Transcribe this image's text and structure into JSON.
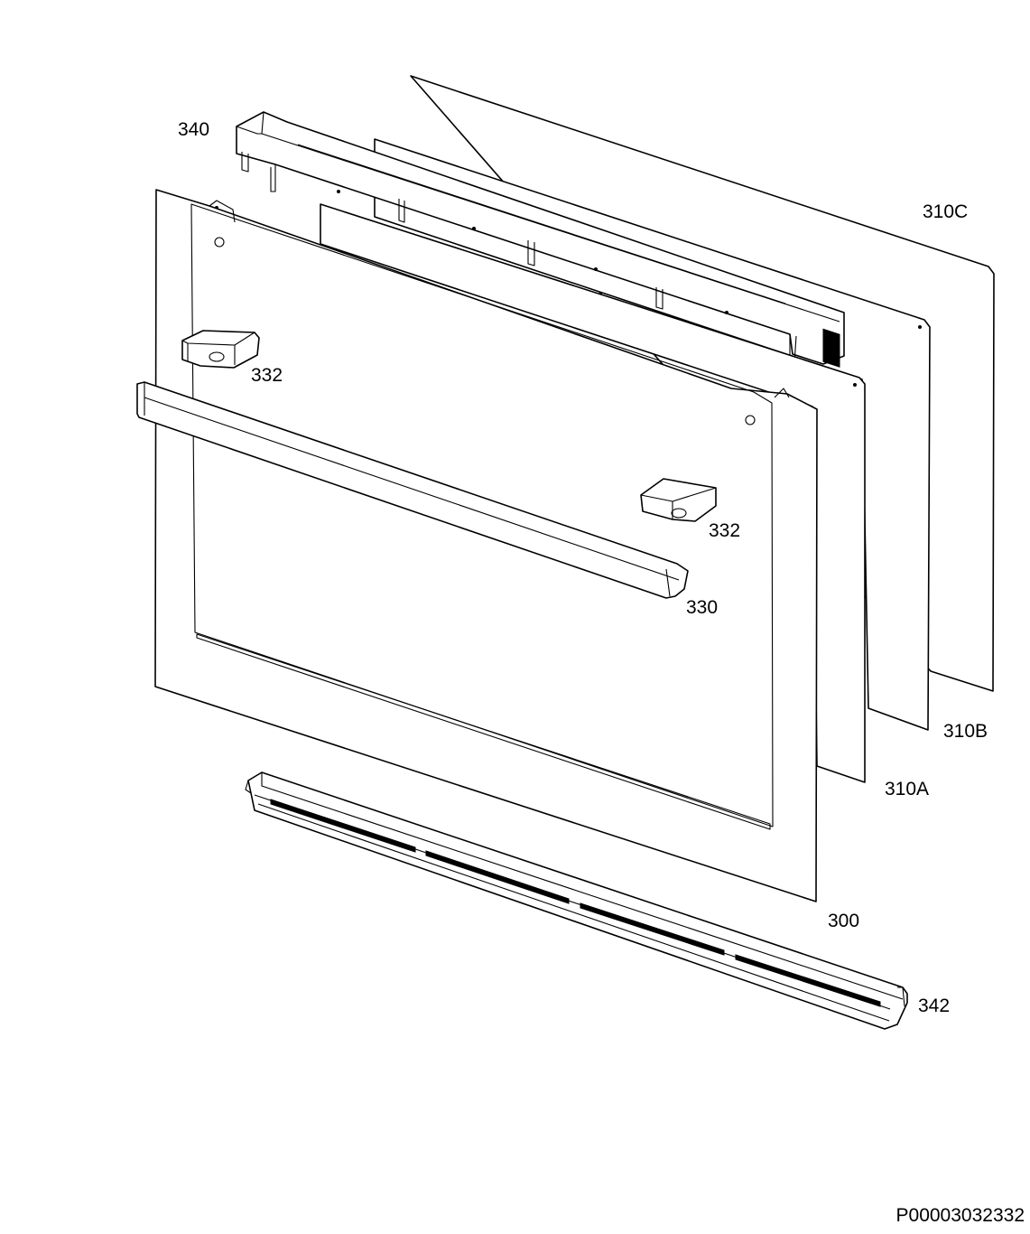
{
  "labels": {
    "door_top_trim": "340",
    "outer_glass": "310C",
    "middle_glass": "310B",
    "inner_glass": "310A",
    "hinge_bracket_left": "332",
    "hinge_bracket_right": "332",
    "door_handle": "330",
    "door_front_panel": "300",
    "door_bottom_trim": "342"
  },
  "reference_code": "P00003032332"
}
